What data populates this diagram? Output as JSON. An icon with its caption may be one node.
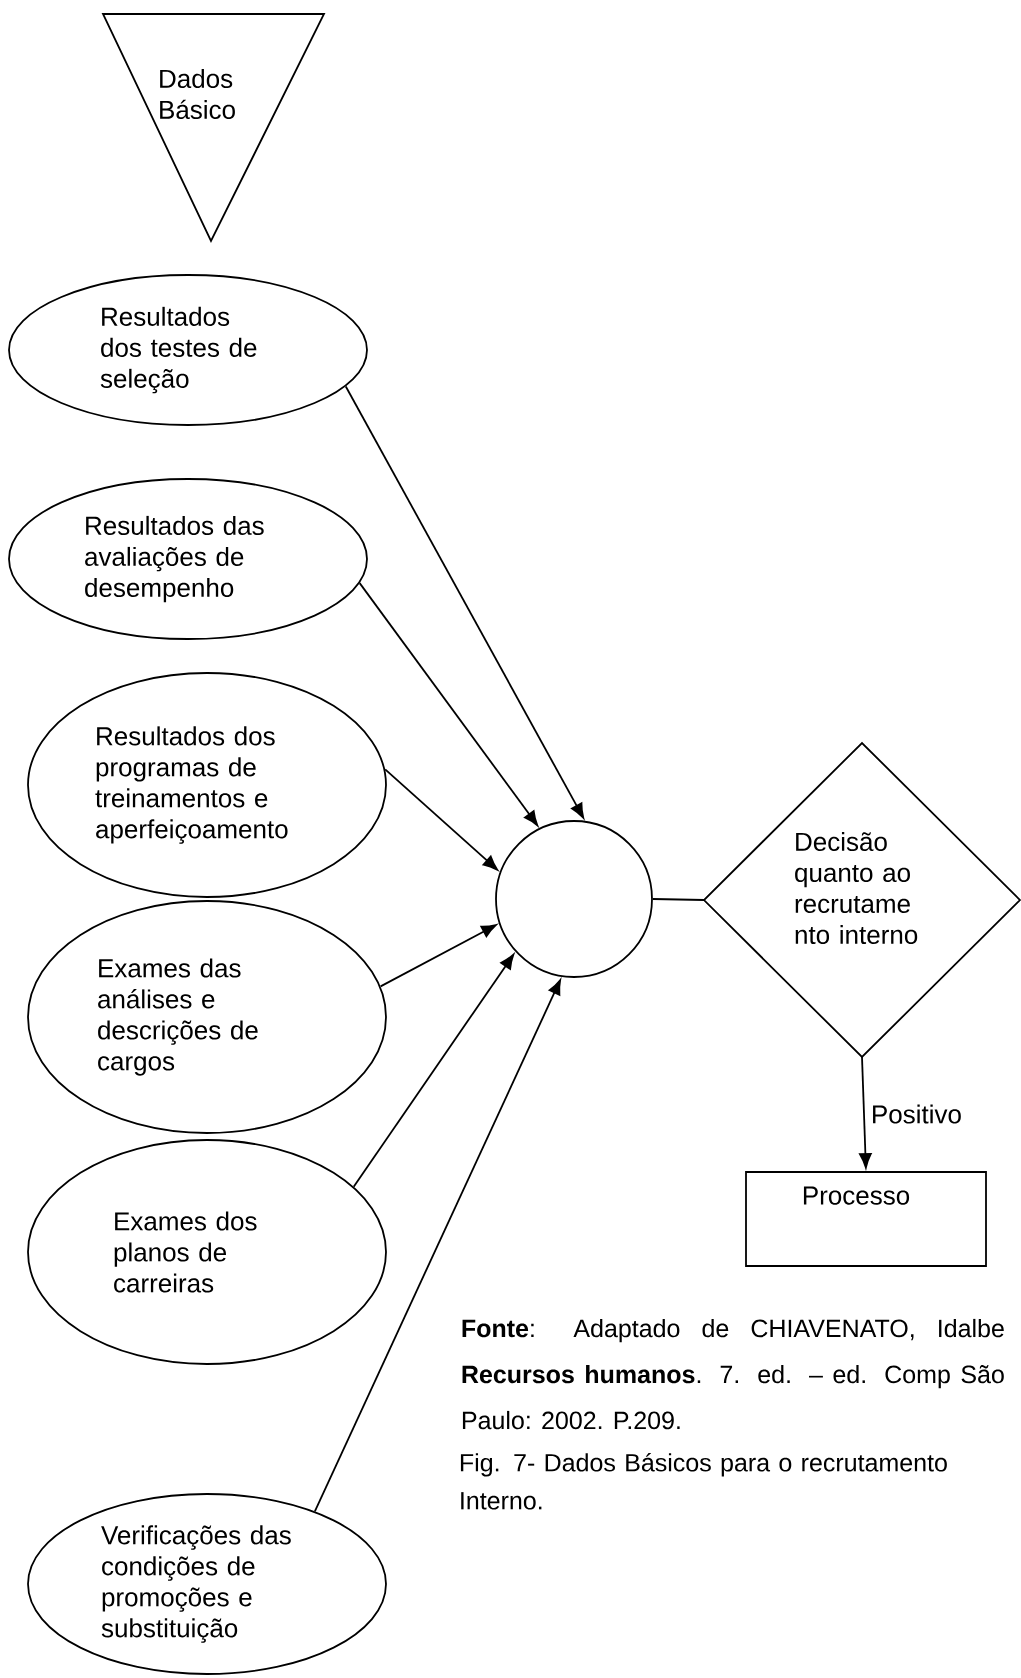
{
  "diagram": {
    "caption": "Fig. 7- Dados Básicos para o recrutamento Interno.",
    "nodes": [
      {
        "text": [
          "Dados Básico"
        ]
      },
      {
        "text": [
          "Resultados dos testes de seleção"
        ]
      },
      {
        "text": [
          "Resultados das avaliações de desempenho"
        ]
      },
      {
        "text": [
          "Resultados dos programas de treinamentos e aperfeiçoamento"
        ]
      },
      {
        "text": [
          "Exames das análises e descrições de cargos"
        ]
      },
      {
        "text": [
          "Exames dos planos de carreiras"
        ]
      },
      {
        "text": [
          "Verificações das condições de promoções e substituição"
        ]
      },
      {
        "text": [],
        "shape": "circle"
      },
      {
        "text": [
          "Decisão quanto ao recrutame nto interno"
        ]
      },
      {
        "text": [
          "Processo"
        ]
      }
    ],
    "edges": [
      {
        "from": 1,
        "to": 7,
        "arrow": "to"
      },
      {
        "from": 2,
        "to": 7,
        "arrow": "to"
      },
      {
        "from": 3,
        "to": 7,
        "arrow": "to"
      },
      {
        "from": 4,
        "to": 7,
        "arrow": "to"
      },
      {
        "from": 5,
        "to": 7,
        "arrow": "to"
      },
      {
        "from": 6,
        "to": 7,
        "arrow": "to"
      },
      {
        "from": 7,
        "to": 8,
        "arrow": "none"
      },
      {
        "from": 8,
        "to": 9,
        "arrow": "to",
        "label": "Positivo"
      }
    ],
    "labels": [
      "**Fonte**: Adaptado de CHIAVENATO, Idalbe **Recursos humanos**. 7. ed. – ed. Comp São Paulo: 2002. P.209."
    ]
  }
}
